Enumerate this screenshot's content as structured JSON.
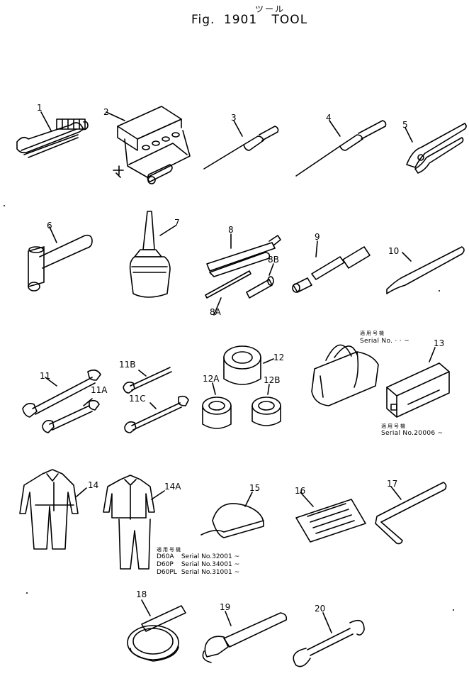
{
  "header": {
    "kana": "ツール",
    "fig_prefix": "Fig.",
    "fig_number": "1901",
    "title": "TOOL"
  },
  "callouts": {
    "c1": "1",
    "c2": "2",
    "c3": "3",
    "c4": "4",
    "c5": "5",
    "c6": "6",
    "c7": "7",
    "c8": "8",
    "c8A": "8A",
    "c8B": "8B",
    "c9": "9",
    "c10": "10",
    "c11": "11",
    "c11A": "11A",
    "c11B": "11B",
    "c11C": "11C",
    "c12": "12",
    "c12A": "12A",
    "c12B": "12B",
    "c13": "13",
    "c14": "14",
    "c14A": "14A",
    "c15": "15",
    "c16": "16",
    "c17": "17",
    "c18": "18",
    "c19": "19",
    "c20": "20"
  },
  "notes": {
    "bag_kana": "適用号機",
    "bag_serial": "Serial No.  ·  ·  ~",
    "box_kana": "適用号機",
    "box_serial": "Serial No.20006 ~",
    "suit_kana": "適用号機",
    "suit_rows": [
      {
        "model": "D60A",
        "serial": "Serial No.32001 ~"
      },
      {
        "model": "D60P",
        "serial": "Serial No.34001 ~"
      },
      {
        "model": "D60PL",
        "serial": "Serial No.31001 ~"
      }
    ]
  }
}
